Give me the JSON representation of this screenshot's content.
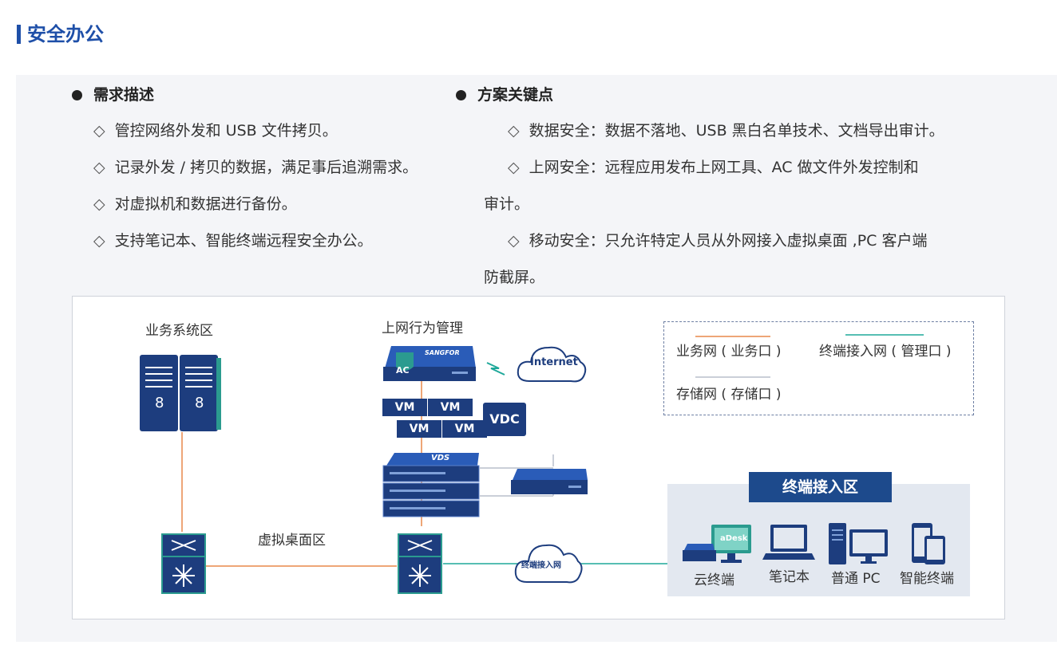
{
  "header": {
    "title": "安全办公"
  },
  "requirements": {
    "heading": "需求描述",
    "items": [
      "管控网络外发和 USB 文件拷贝。",
      "记录外发 / 拷贝的数据，满足事后追溯需求。",
      "对虚拟机和数据进行备份。",
      "支持笔记本、智能终端远程安全办公。"
    ]
  },
  "keypoints": {
    "heading": "方案关键点",
    "items": [
      "数据安全：数据不落地、USB 黑白名单技术、文档导出审计。",
      "上网安全：远程应用发布上网工具、AC 做文件外发控制和",
      "审计。",
      "移动安全：只允许特定人员从外网接入虚拟桌面 ,PC 客户端",
      "防截屏。"
    ]
  },
  "diagram": {
    "business_zone_label": "业务系统区",
    "ac_zone_label": "上网行为管理",
    "ac_badge": "AC",
    "ac_brand": "SANGFOR",
    "internet_label": "Internet",
    "vm_label": "VM",
    "vdc_label": "VDC",
    "vds_label": "VDS",
    "desktop_zone_label": "虚拟桌面区",
    "terminal_net_label": "终端接入网",
    "legend": {
      "business_net": "业务网 ( 业务口 )",
      "terminal_net": "终端接入网 ( 管理口 )",
      "storage_net": "存储网 ( 存储口 )"
    },
    "terminal_zone": {
      "title": "终端接入区",
      "adesk_label": "aDesk",
      "devices": [
        "云终端",
        "笔记本",
        "普通 PC",
        "智能终端"
      ]
    }
  },
  "colors": {
    "brand_blue": "#1e4fa8",
    "business_line": "#e8894a",
    "terminal_line": "#1fa89a",
    "storage_line": "#b9bfcc"
  }
}
